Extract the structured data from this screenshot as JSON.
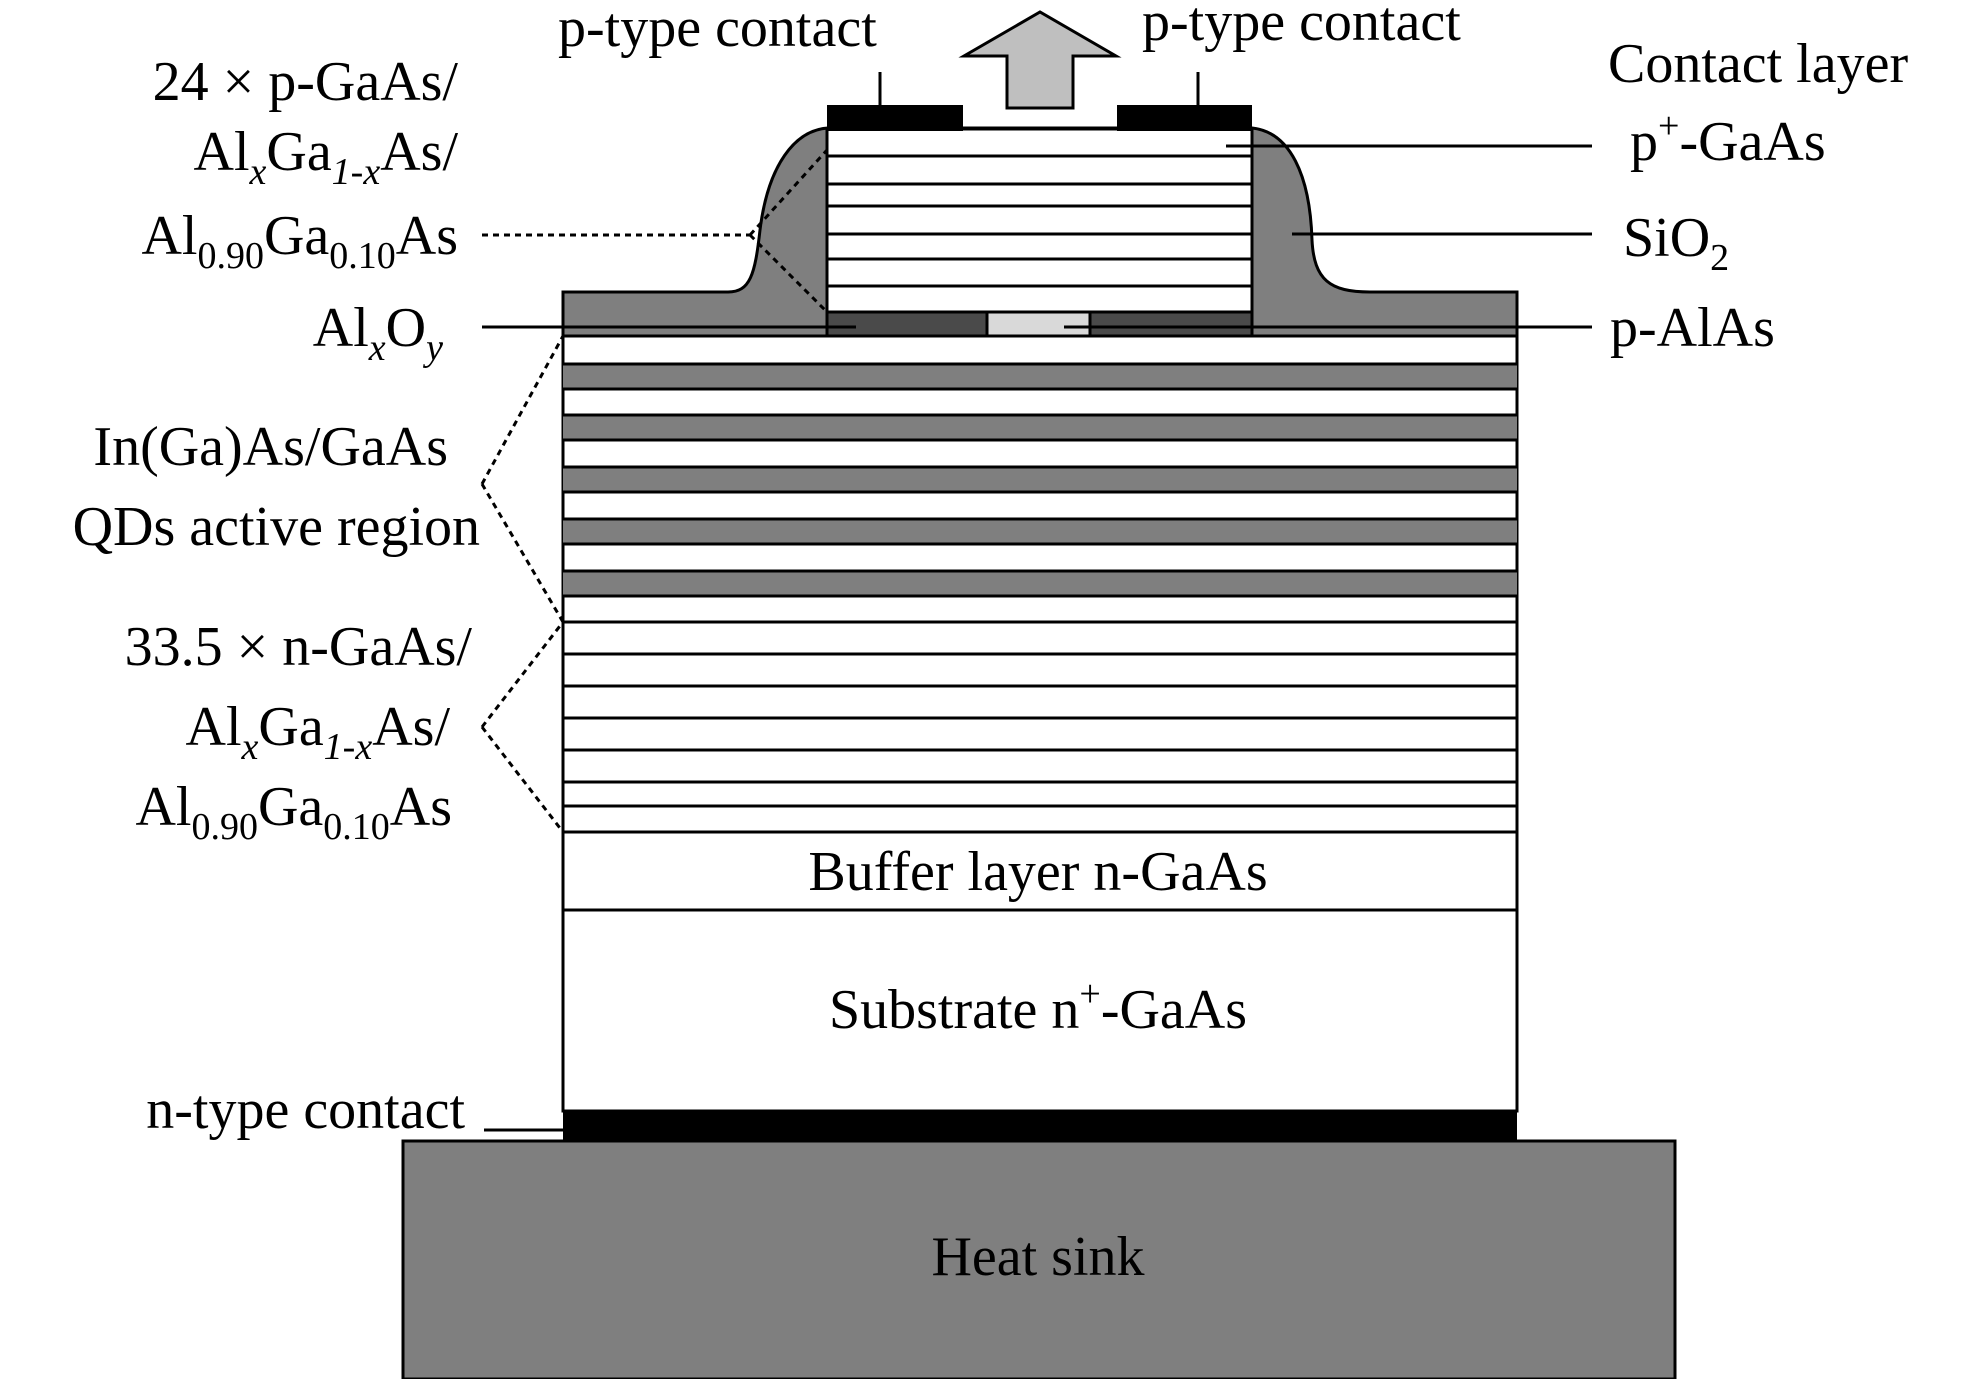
{
  "colors": {
    "layer_gray": "#7f7f7f",
    "oxide_dark": "#4a4a4a",
    "aperture_light": "#d9d9d9",
    "arrow_fill": "#bfbfbf",
    "contact_black": "#000000",
    "background": "#ffffff"
  },
  "labels": {
    "p_contact_left": "p-type contact",
    "p_contact_right": "p-type contact",
    "top_dbr": {
      "line1": "24 × p-GaAs/",
      "line2": {
        "a": "Al",
        "a_sub": "x",
        "b": "Ga",
        "b_sub": "1-x",
        "c": "As/"
      },
      "line3": {
        "a": "Al",
        "a_sub": "0.90",
        "b": "Ga",
        "b_sub": "0.10",
        "c": "As"
      }
    },
    "alxoy": {
      "a": "Al",
      "a_sub": "x",
      "b": "O",
      "b_sub": "y"
    },
    "active": {
      "line1": "In(Ga)As/GaAs",
      "line2": "QDs active region"
    },
    "bottom_dbr": {
      "line1": "33.5 × n-GaAs/",
      "line2": {
        "a": "Al",
        "a_sub": "x",
        "b": "Ga",
        "b_sub": "1-x",
        "c": "As/"
      },
      "line3": {
        "a": "Al",
        "a_sub": "0.90",
        "b": "Ga",
        "b_sub": "0.10",
        "c": "As"
      }
    },
    "n_contact": "n-type contact",
    "contact_layer": {
      "line1": "Contact layer",
      "line2": {
        "a": "p",
        "a_sup": "+",
        "b": "-GaAs"
      }
    },
    "sio2": {
      "a": "SiO",
      "a_sub": "2"
    },
    "p_alas": "p-AlAs",
    "buffer": "Buffer layer n-GaAs",
    "substrate": {
      "a": "Substrate n",
      "a_sup": "+",
      "b": "-GaAs"
    },
    "heat_sink": "Heat sink"
  }
}
